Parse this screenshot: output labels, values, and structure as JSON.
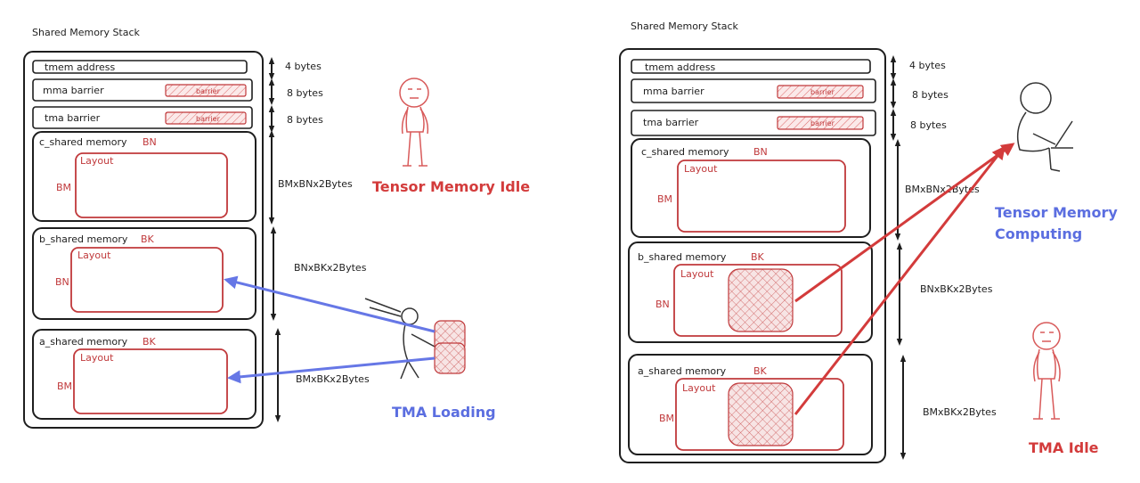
{
  "left": {
    "stack_title": "Shared Memory Stack",
    "tmem_label": "tmem address",
    "tmem_size": "4 bytes",
    "mma_label": "mma barrier",
    "mma_tag": "barrier",
    "mma_size": "8 bytes",
    "tma_label": "tma barrier",
    "tma_tag": "barrier",
    "tma_size": "8 bytes",
    "c": {
      "label": "c_shared memory",
      "col": "BN",
      "row": "BM",
      "layout": "Layout",
      "size": "BMxBNx2Bytes"
    },
    "b": {
      "label": "b_shared memory",
      "col": "BK",
      "row": "BN",
      "layout": "Layout",
      "size": "BNxBKx2Bytes"
    },
    "a": {
      "label": "a_shared memory",
      "col": "BK",
      "row": "BM",
      "layout": "Layout",
      "size": "BMxBKx2Bytes"
    },
    "tensor_status": "Tensor Memory Idle",
    "tma_status": "TMA Loading"
  },
  "right": {
    "stack_title": "Shared Memory Stack",
    "tmem_label": "tmem address",
    "tmem_size": "4 bytes",
    "mma_label": "mma barrier",
    "mma_tag": "barrier",
    "mma_size": "8 bytes",
    "tma_label": "tma barrier",
    "tma_tag": "barrier",
    "tma_size": "8 bytes",
    "c": {
      "label": "c_shared memory",
      "col": "BN",
      "row": "BM",
      "layout": "Layout",
      "size": "BMxBNx2Bytes"
    },
    "b": {
      "label": "b_shared memory",
      "col": "BK",
      "row": "BN",
      "layout": "Layout",
      "size": "BNxBKx2Bytes"
    },
    "a": {
      "label": "a_shared memory",
      "col": "BK",
      "row": "BM",
      "layout": "Layout",
      "size": "BMxBKx2Bytes"
    },
    "tensor_status_line1": "Tensor Memory",
    "tensor_status_line2": "Computing",
    "tma_status": "TMA Idle"
  },
  "colors": {
    "red": "#c0393b",
    "blue": "#6677e6",
    "ink": "#1e1e1e"
  }
}
